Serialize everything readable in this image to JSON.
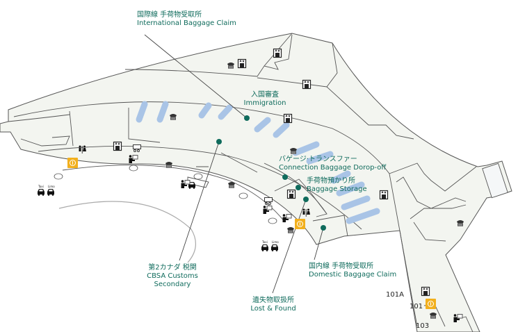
{
  "map": {
    "labels": {
      "intl_claim": {
        "ja": "国際線 手荷物受取所",
        "en": "International Baggage Claim"
      },
      "immigration": {
        "ja": "入国審査",
        "en": "Immigration"
      },
      "connection": {
        "ja": "バゲージ·トランスファー",
        "en": "Connection Baggage Dorop-off"
      },
      "storage": {
        "ja": "手荷物預かり所",
        "en": "Baggage Storage"
      },
      "cbsa": {
        "ja": "第2カナダ 税関",
        "en1": "CBSA Customs",
        "en2": "Secondary"
      },
      "lost": {
        "ja": "遺失物取扱所",
        "en": "Lost & Found"
      },
      "domestic": {
        "ja": "国内線 手荷物受取所",
        "en": "Domestic Baggage Claim"
      }
    },
    "gates": [
      "101A",
      "101",
      "103"
    ],
    "taxi_signs": {
      "taxi": "Taxi",
      "limo": "Limo"
    },
    "icons": [
      "elevator-icon",
      "restroom-icon",
      "phone-icon",
      "info-icon",
      "baggage-cart-icon",
      "taxi-icon",
      "baggage-service-icon"
    ],
    "colors": {
      "floor": "#f3f5f0",
      "wall": "#555555",
      "carousel": "#a9c4e6",
      "label": "#0f6b5c",
      "marker": "#0f6b5c",
      "info": "#f2b01e"
    }
  }
}
